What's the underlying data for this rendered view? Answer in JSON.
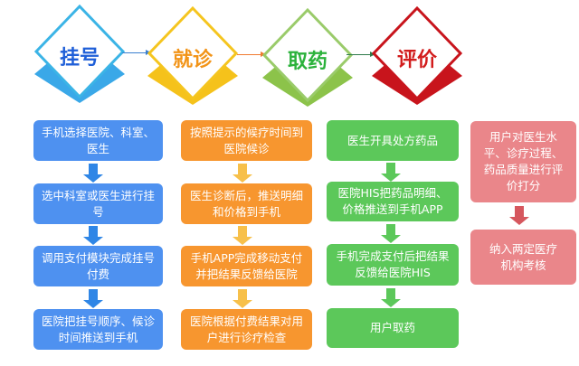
{
  "colors": {
    "blue": "#4e91f0",
    "orange": "#f7962f",
    "green": "#5cc85a",
    "red": "#ea868a",
    "blue_title": "#1f5fd8",
    "orange_title": "#f29418",
    "green_title": "#2bb23b",
    "red_title": "#d21c1c"
  },
  "stages": [
    {
      "title": "挂号",
      "steps": [
        "手机选择医院、科室、医生",
        "选中科室或医生进行挂号",
        "调用支付模块完成挂号付费",
        "医院把挂号顺序、候诊时间推送到手机"
      ]
    },
    {
      "title": "就诊",
      "steps": [
        "按照提示的候疗时间到医院候诊",
        "医生诊断后，推送明细和价格到手机",
        "手机APP完成移动支付并把结果反馈给医院",
        "医院根据付费结果对用户进行诊疗检查"
      ]
    },
    {
      "title": "取药",
      "steps": [
        "医生开具处方药品",
        "医院HIS把药品明细、价格推送到手机APP",
        "手机完成支付后把结果反馈给医院HIS",
        "用户取药"
      ]
    },
    {
      "title": "评价",
      "steps": [
        "用户对医生水平、诊疗过程、药品质量进行评价打分",
        "纳入两定医疗机构考核"
      ]
    }
  ]
}
